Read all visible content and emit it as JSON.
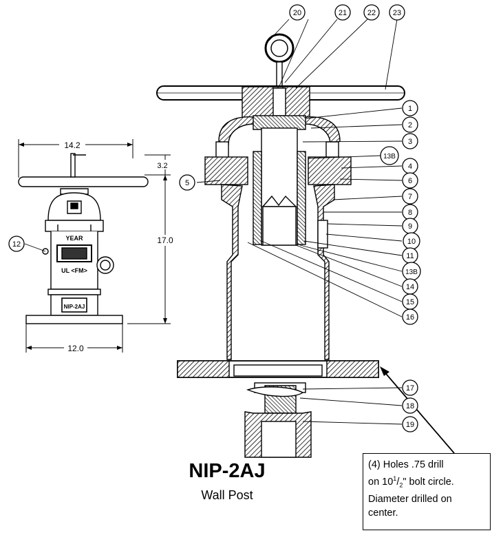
{
  "title": "NIP-2AJ",
  "subtitle": "Wall Post",
  "note": {
    "line1": "(4) Holes .75 drill",
    "line2_pre": "on 10",
    "line2_sup": "1",
    "line2_mid": "/",
    "line2_sub": "2",
    "line2_post": "\" bolt circle.",
    "line3": "Diameter drilled on",
    "line4": "center."
  },
  "dimensions": {
    "width_top": "14.2",
    "stem_height": "3.2",
    "body_height": "17.0",
    "base_width": "12.0"
  },
  "plate_labels": {
    "year": "YEAR",
    "listing": "UL <FM>",
    "model": "NIP-2AJ"
  },
  "callouts": {
    "c1": "1",
    "c2": "2",
    "c3": "3",
    "c13a": "13B",
    "c4": "4",
    "c5": "5",
    "c6": "6",
    "c7": "7",
    "c8": "8",
    "c9": "9",
    "c10": "10",
    "c11": "11",
    "c12": "12",
    "c13b": "13B",
    "c14": "14",
    "c15": "15",
    "c16": "16",
    "c17": "17",
    "c18": "18",
    "c19": "19",
    "c20": "20",
    "c21": "21",
    "c22": "22",
    "c23": "23"
  }
}
